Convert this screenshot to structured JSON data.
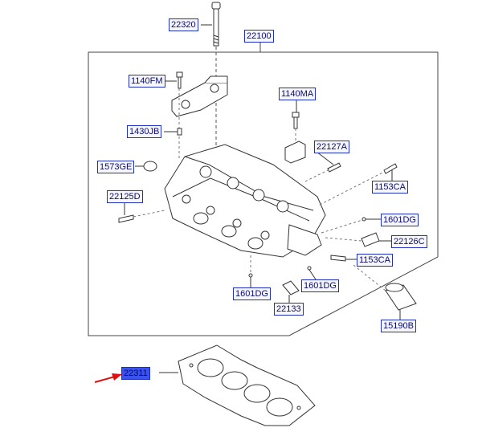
{
  "labels": {
    "p22320": "22320",
    "p22100": "22100",
    "p1140FM": "1140FM",
    "p1140MA": "1140MA",
    "p1430JB": "1430JB",
    "p22127A": "22127A",
    "p1573GE": "1573GE",
    "p1153CA_top": "1153CA",
    "p22125D": "22125D",
    "p1601DG_right": "1601DG",
    "p22126C": "22126C",
    "p1153CA_mid": "1153CA",
    "p1601DG_lower": "1601DG",
    "p1601DG_left": "1601DG",
    "p22133": "22133",
    "p15190B": "15190B",
    "p22311": "22311"
  },
  "highlighted_part": "22311",
  "colors": {
    "label_border": "#2030c0",
    "label_fill": "#f6f6ff",
    "highlight_fill": "#3a53f0",
    "arrow": "#e01010",
    "line": "#333333"
  }
}
